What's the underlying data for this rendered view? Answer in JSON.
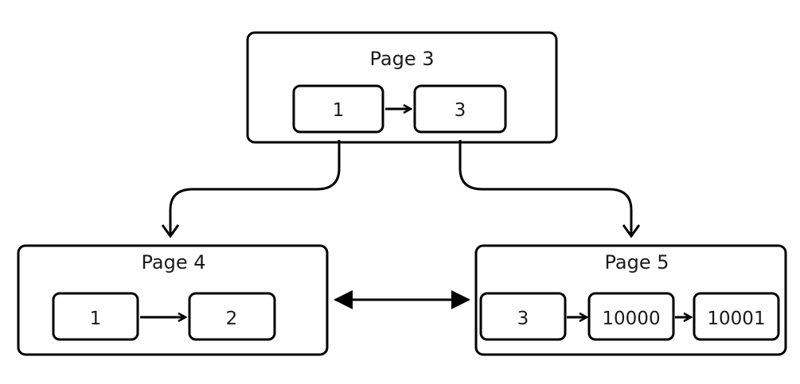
{
  "pages": {
    "page3": {
      "title": "Page 3",
      "keys": [
        "1",
        "3"
      ]
    },
    "page4": {
      "title": "Page 4",
      "keys": [
        "1",
        "2"
      ]
    },
    "page5": {
      "title": "Page 5",
      "keys": [
        "3",
        "10000",
        "10001"
      ]
    }
  },
  "colors": {
    "stroke": "#000000",
    "text": "#1a1a1a",
    "background": "#ffffff"
  }
}
